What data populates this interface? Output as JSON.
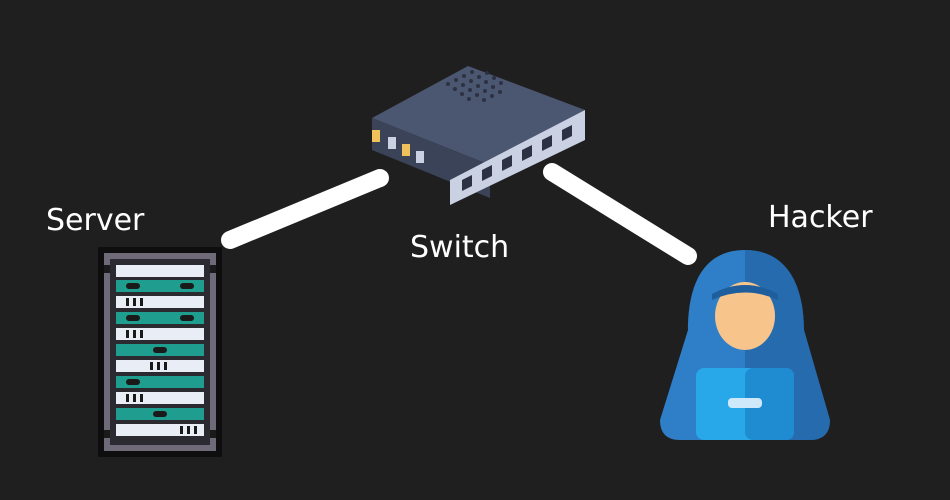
{
  "labels": {
    "server": "Server",
    "switch": "Switch",
    "hacker": "Hacker"
  },
  "colors": {
    "background": "#1f1f1f",
    "link": "#ffffff",
    "switch_body_top": "#4b5670",
    "switch_body_side": "#3a4357",
    "switch_ports_panel": "#c9d1e3",
    "switch_led": "#f0c05a",
    "server_frame": "#6e6a78",
    "server_panel": "#1f9e8f",
    "server_slot": "#e9eef6",
    "hacker_hood": "#2f7fc8",
    "hacker_hood_dark": "#1f5e9c",
    "hacker_face": "#f7c48c",
    "hacker_laptop": "#28a8e8"
  },
  "nodes": [
    {
      "id": "server",
      "icon": "server-rack-icon"
    },
    {
      "id": "switch",
      "icon": "network-switch-icon"
    },
    {
      "id": "hacker",
      "icon": "hooded-hacker-icon"
    }
  ],
  "links": [
    {
      "from": "server",
      "to": "switch"
    },
    {
      "from": "switch",
      "to": "hacker"
    }
  ]
}
